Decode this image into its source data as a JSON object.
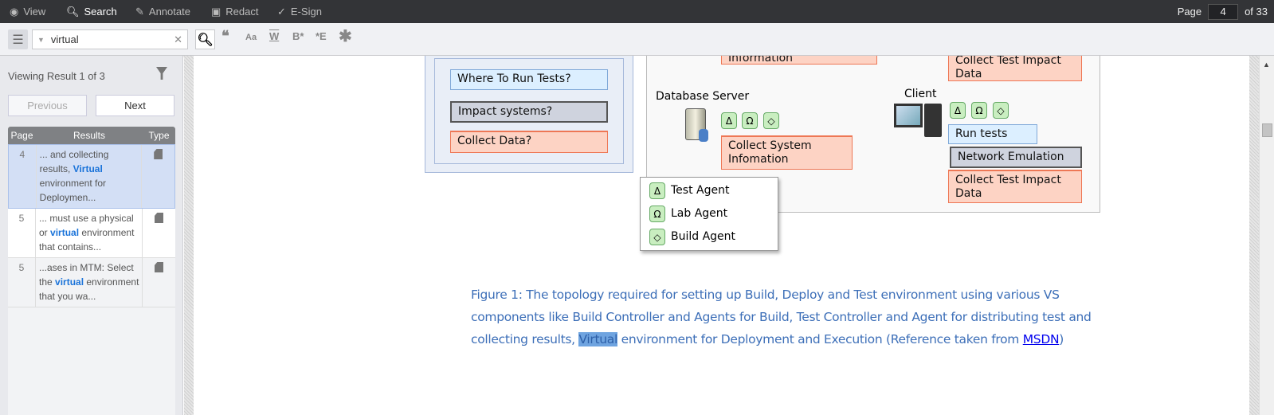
{
  "topbar": {
    "tabs": [
      {
        "label": "View",
        "icon": "eye-icon"
      },
      {
        "label": "Search",
        "icon": "search-icon",
        "active": true
      },
      {
        "label": "Annotate",
        "icon": "pencil-icon"
      },
      {
        "label": "Redact",
        "icon": "redact-icon"
      },
      {
        "label": "E-Sign",
        "icon": "signature-icon"
      }
    ],
    "page_label": "Page",
    "page_value": "4",
    "page_total": "of 33"
  },
  "toolbar": {
    "search_value": "virtual",
    "options": [
      "❝",
      "Aa",
      "W",
      "B*",
      "*E",
      "✱"
    ]
  },
  "sidebar": {
    "viewing": "Viewing Result 1 of 3",
    "previous": "Previous",
    "next": "Next",
    "columns": [
      "Page",
      "Results",
      "Type"
    ],
    "results": [
      {
        "page": "4",
        "before": "... and collecting results, ",
        "match": "Virtual",
        "after": " environment for Deploymen..."
      },
      {
        "page": "5",
        "before": "... must use a physical or ",
        "match": "virtual",
        "after": " environment that contains..."
      },
      {
        "page": "5",
        "before": "...ases in MTM: Select the ",
        "match": "virtual",
        "after": " environment that you wa..."
      }
    ]
  },
  "diagram": {
    "where": "Where To Run Tests?",
    "impact": "Impact systems?",
    "collect": "Collect Data?",
    "info_top": "Information",
    "cti_top": "Collect Test Impact Data",
    "db_server": "Database Server",
    "collect_sys": "Collect System Infomation",
    "client": "Client",
    "run_tests": "Run tests",
    "net_emu": "Network Emulation",
    "cti": "Collect Test Impact Data",
    "agent_symbols": [
      "Δ",
      "Ω",
      "◇"
    ],
    "legend": [
      "Test Agent",
      "Lab Agent",
      "Build Agent"
    ]
  },
  "caption": {
    "before": "Figure 1:  The topology required for setting up Build, Deploy and Test environment using various VS components like Build Controller and Agents for Build, Test Controller and Agent for distributing test and collecting results, ",
    "match": "Virtual",
    "after": " environment for Deployment and Execution (Reference taken from ",
    "link": "MSDN",
    "end": ")"
  }
}
